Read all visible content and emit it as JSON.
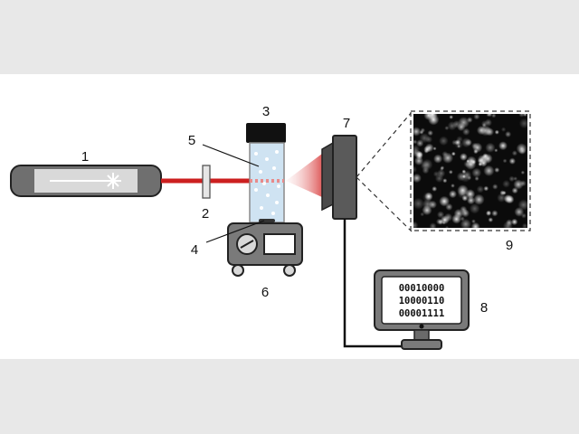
{
  "diagram": {
    "labels": {
      "laser": "1",
      "filter": "2",
      "cuvette_cap": "3",
      "stir_bar": "4",
      "sample": "5",
      "stirrer": "6",
      "camera": "7",
      "computer": "8",
      "speckle_image": "9"
    },
    "computer_screen_lines": [
      "00010000",
      "10000110",
      "00001111"
    ]
  },
  "colors": {
    "background": "#e8e8e8",
    "panel": "#ffffff",
    "laser_beam": "#cc1f1f",
    "device_gray": "#7a7a7a",
    "device_light": "#d9d9d9",
    "sample_fluid": "#cfe3f2",
    "cap": "#111111"
  },
  "icons": {
    "laser": "laser-tube-icon",
    "camera": "camera-icon",
    "monitor": "monitor-icon",
    "stirrer": "magnetic-stirrer-icon"
  }
}
